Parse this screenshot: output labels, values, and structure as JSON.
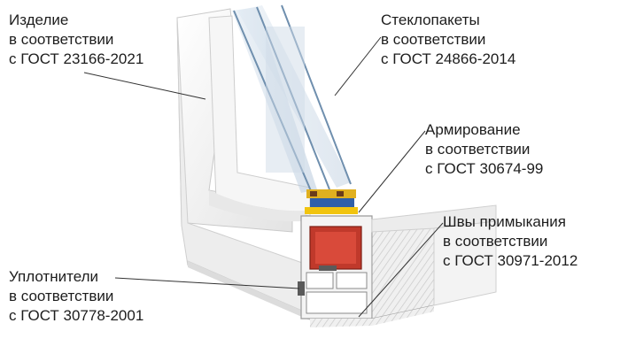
{
  "callouts": {
    "product": {
      "line1": "Изделие",
      "line2": "в соответствии",
      "line3": "с ГОСТ 23166-2021"
    },
    "glass_units": {
      "line1": "Стеклопакеты",
      "line2": "в соответствии",
      "line3": "с ГОСТ 24866-2014"
    },
    "reinforcement": {
      "line1": "Армирование",
      "line2": "в соответствии",
      "line3": "с ГОСТ 30674-99"
    },
    "joint_seams": {
      "line1": "Швы примыкания",
      "line2": "в соответствии",
      "line3": "с ГОСТ 30971-2012"
    },
    "seals": {
      "line1": "Уплотнители",
      "line2": "в соответствии",
      "line3": "с ГОСТ 30778-2001"
    }
  },
  "colors": {
    "pvc_white": "#f2f2f2",
    "pvc_shade": "#d9d9d9",
    "glass": "#b9cde0",
    "reinforcement": "#c0392b",
    "seal_yellow": "#f1c40f",
    "spacer_blue": "#2f5fa8",
    "leader_line": "#333333"
  }
}
